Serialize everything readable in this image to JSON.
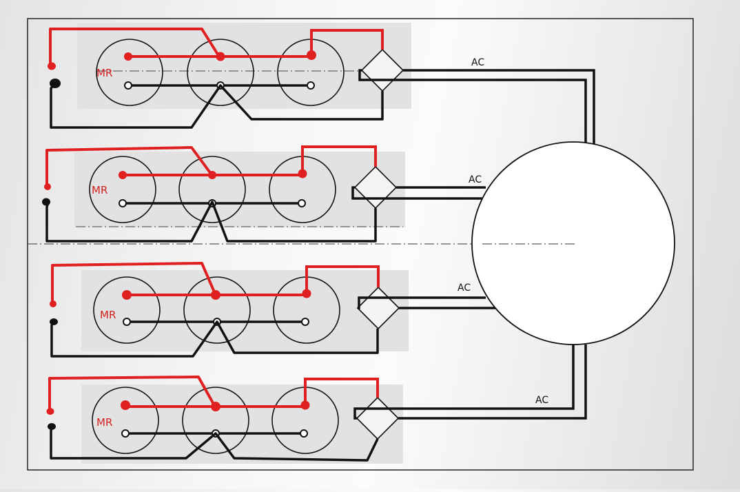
{
  "diagram": {
    "rows": [
      {
        "id": 1,
        "rectifier_label": "MR",
        "output_label": "AC"
      },
      {
        "id": 2,
        "rectifier_label": "MR",
        "output_label": "AC"
      },
      {
        "id": 3,
        "rectifier_label": "MR",
        "output_label": "AC"
      },
      {
        "id": 4,
        "rectifier_label": "MR",
        "output_label": "AC"
      }
    ],
    "colors": {
      "red_wire": "#e02020",
      "black_wire": "#111111",
      "panel": "#e2e2e2",
      "frame": "#222222"
    }
  }
}
